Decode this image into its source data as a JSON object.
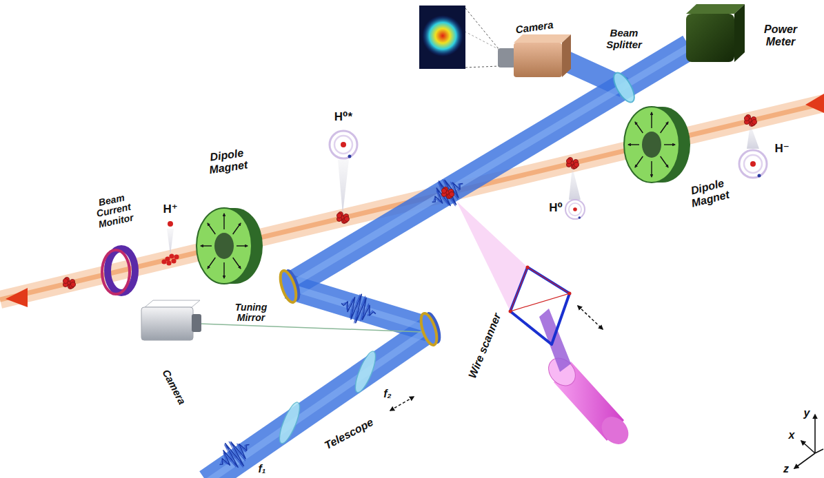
{
  "diagram": {
    "labels": [
      "Camera",
      "Beam Splitter",
      "Power Meter",
      "H⁰*",
      "H⁺",
      "Dipole Magnet",
      "Dipole Magnet",
      "Beam Current Monitor",
      "H⁰",
      "H⁻",
      "Tuning Mirror",
      "Camera",
      "Telescope",
      "f₂",
      "f₁",
      "Wire scanner",
      "y",
      "x",
      "z"
    ]
  }
}
